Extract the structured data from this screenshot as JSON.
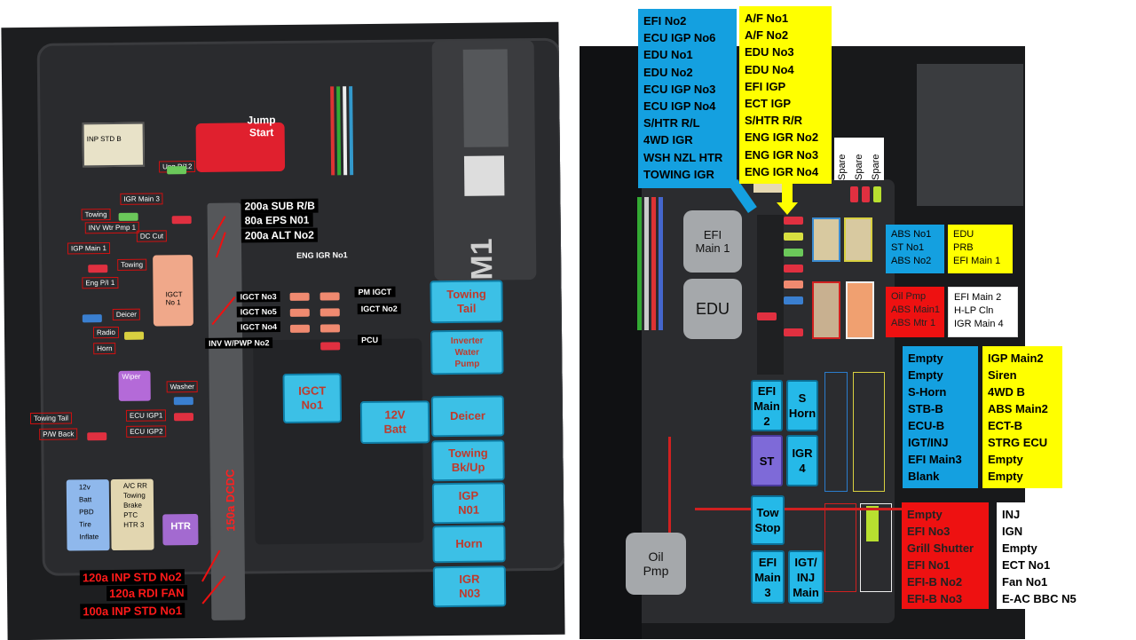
{
  "left_photo": {
    "jump_start": "Jump Start",
    "ul_labels": {
      "inp_std_b": "INP STD B",
      "ung_p12": "Ung P/12",
      "igr_main3": "IGR Main 3",
      "towing1": "Towing",
      "inv_wtr_pmp1": "INV Wtr Pmp 1",
      "dc_cut": "DC Cut",
      "igp_main1": "IGP Main 1",
      "towing2": "Towing",
      "eng_p_i1": "Eng P/I 1",
      "igct_no1_small": "IGCT No 1",
      "deicer_small": "Deicer",
      "radio": "Radio",
      "horn_small": "Horn",
      "wiper": "Wiper",
      "washer": "Washer",
      "towing_tail_small": "Towing Tail",
      "ecu_igp1": "ECU IGP1",
      "pw_back": "P/W Back",
      "ecu_igp2": "ECU IGP2",
      "batt_block": "12v Batt PBD Tire Inflate",
      "ac_block": "A/C RR Towing Brake PTC HTR 3",
      "htr": "HTR"
    },
    "dark_labels": {
      "sub_rb": "200a SUB R/B",
      "eps": "80a EPS N01",
      "alt": "200a ALT No2",
      "eng_igr1": "ENG IGR No1",
      "igct_no3": "IGCT No3",
      "igct_no5": "IGCT No5",
      "igct_no4": "IGCT No4",
      "pm_igct": "PM IGCT",
      "igct_no2": "IGCT No2",
      "pcu": "PCU",
      "inv_pwp": "INV W/PWP No2"
    },
    "dcdc": "150a DCDC",
    "bottom_left": [
      "120a INP STD No2",
      "120a RDI FAN",
      "100a INP STD No1"
    ],
    "relays": [
      {
        "name": "towing-tail",
        "lines": [
          "Towing",
          "Tail"
        ]
      },
      {
        "name": "inverter-water-pump",
        "lines": [
          "Inverter",
          "Water",
          "Pump"
        ]
      },
      {
        "name": "igct-no1",
        "lines": [
          "IGCT",
          "No1"
        ]
      },
      {
        "name": "12v-batt",
        "lines": [
          "12V",
          "Batt"
        ]
      },
      {
        "name": "deicer",
        "lines": [
          "Deicer"
        ]
      },
      {
        "name": "towing-bk-up",
        "lines": [
          "Towing",
          "Bk/Up"
        ]
      },
      {
        "name": "igp-n01",
        "lines": [
          "IGP",
          "N01"
        ]
      },
      {
        "name": "horn",
        "lines": [
          "Horn"
        ]
      },
      {
        "name": "igr-n03",
        "lines": [
          "IGR",
          "N03"
        ]
      }
    ]
  },
  "right_photo": {
    "blue_top": [
      "EFI No2",
      "ECU IGP No6",
      "EDU No1",
      "EDU No2",
      "ECU IGP No3",
      "ECU IGP No4",
      "S/HTR R/L",
      "4WD IGR",
      "WSH NZL HTR",
      "TOWING IGR"
    ],
    "yellow_top": [
      "A/F No1",
      "A/F No2",
      "EDU No3",
      "EDU No4",
      "EFI IGP",
      "ECT IGP",
      "S/HTR R/R",
      "ENG IGR No2",
      "ENG IGR No3",
      "ENG IGR No4"
    ],
    "spares": [
      "Spare",
      "Spare",
      "Spare"
    ],
    "blue_small": [
      "ABS No1",
      "ST No1",
      "ABS No2"
    ],
    "yellow_small": [
      "EDU",
      "PRB",
      "EFI Main 1"
    ],
    "red_small": [
      "Oil Pmp",
      "ABS Main1",
      "ABS Mtr 1"
    ],
    "white_small": [
      "EFI Main 2",
      "H-LP Cln",
      "IGR Main 4"
    ],
    "blue_mid": [
      "Empty",
      "Empty",
      "S-Horn",
      "STB-B",
      "ECU-B",
      "IGT/INJ",
      "EFI Main3",
      "Blank"
    ],
    "yellow_mid": [
      "IGP Main2",
      "Siren",
      "4WD B",
      "ABS Main2",
      "ECT-B",
      "STRG ECU",
      "Empty",
      "Empty"
    ],
    "red_bottom": [
      "Empty",
      "EFI No3",
      "Grill Shutter",
      "EFI No1",
      "EFI-B No2",
      "EFI-B No3"
    ],
    "white_bottom": [
      "INJ",
      "IGN",
      "Empty",
      "ECT No1",
      "Fan No1",
      "E-AC BBC N5"
    ],
    "grey_relays": [
      {
        "name": "efi-main1",
        "lines": [
          "EFI",
          "Main 1"
        ]
      },
      {
        "name": "edu",
        "lines": [
          "EDU"
        ]
      },
      {
        "name": "oil-pmp",
        "lines": [
          "Oil",
          "Pmp"
        ]
      }
    ],
    "blue_relays": [
      {
        "name": "efi-main2",
        "lines": [
          "EFI",
          "Main",
          "2"
        ]
      },
      {
        "name": "s-horn",
        "lines": [
          "S",
          "Horn"
        ]
      },
      {
        "name": "st",
        "lines": [
          "ST"
        ]
      },
      {
        "name": "igr4",
        "lines": [
          "IGR",
          "4"
        ]
      },
      {
        "name": "tow-stop",
        "lines": [
          "Tow",
          "Stop"
        ]
      },
      {
        "name": "efi-main3",
        "lines": [
          "EFI",
          "Main",
          "3"
        ]
      },
      {
        "name": "igt-inj-main",
        "lines": [
          "IGT/",
          "INJ",
          "Main"
        ]
      }
    ]
  },
  "colors": {
    "blue": "#14a0e0",
    "yellow": "#ffff00",
    "red": "#ee1111",
    "relay_blue": "#3cc0e6"
  }
}
